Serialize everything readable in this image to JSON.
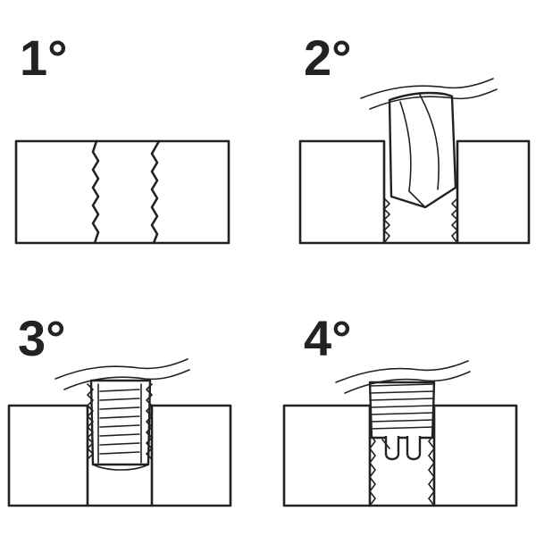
{
  "steps": [
    {
      "label": "1°",
      "description_icon": "threaded-hole-in-block"
    },
    {
      "label": "2°",
      "description_icon": "drill-bit-drilling-hole"
    },
    {
      "label": "3°",
      "description_icon": "thread-insert-in-hole"
    },
    {
      "label": "4°",
      "description_icon": "insert-installed-tang-visible"
    }
  ],
  "colors": {
    "line": "#222222",
    "background": "#ffffff"
  }
}
